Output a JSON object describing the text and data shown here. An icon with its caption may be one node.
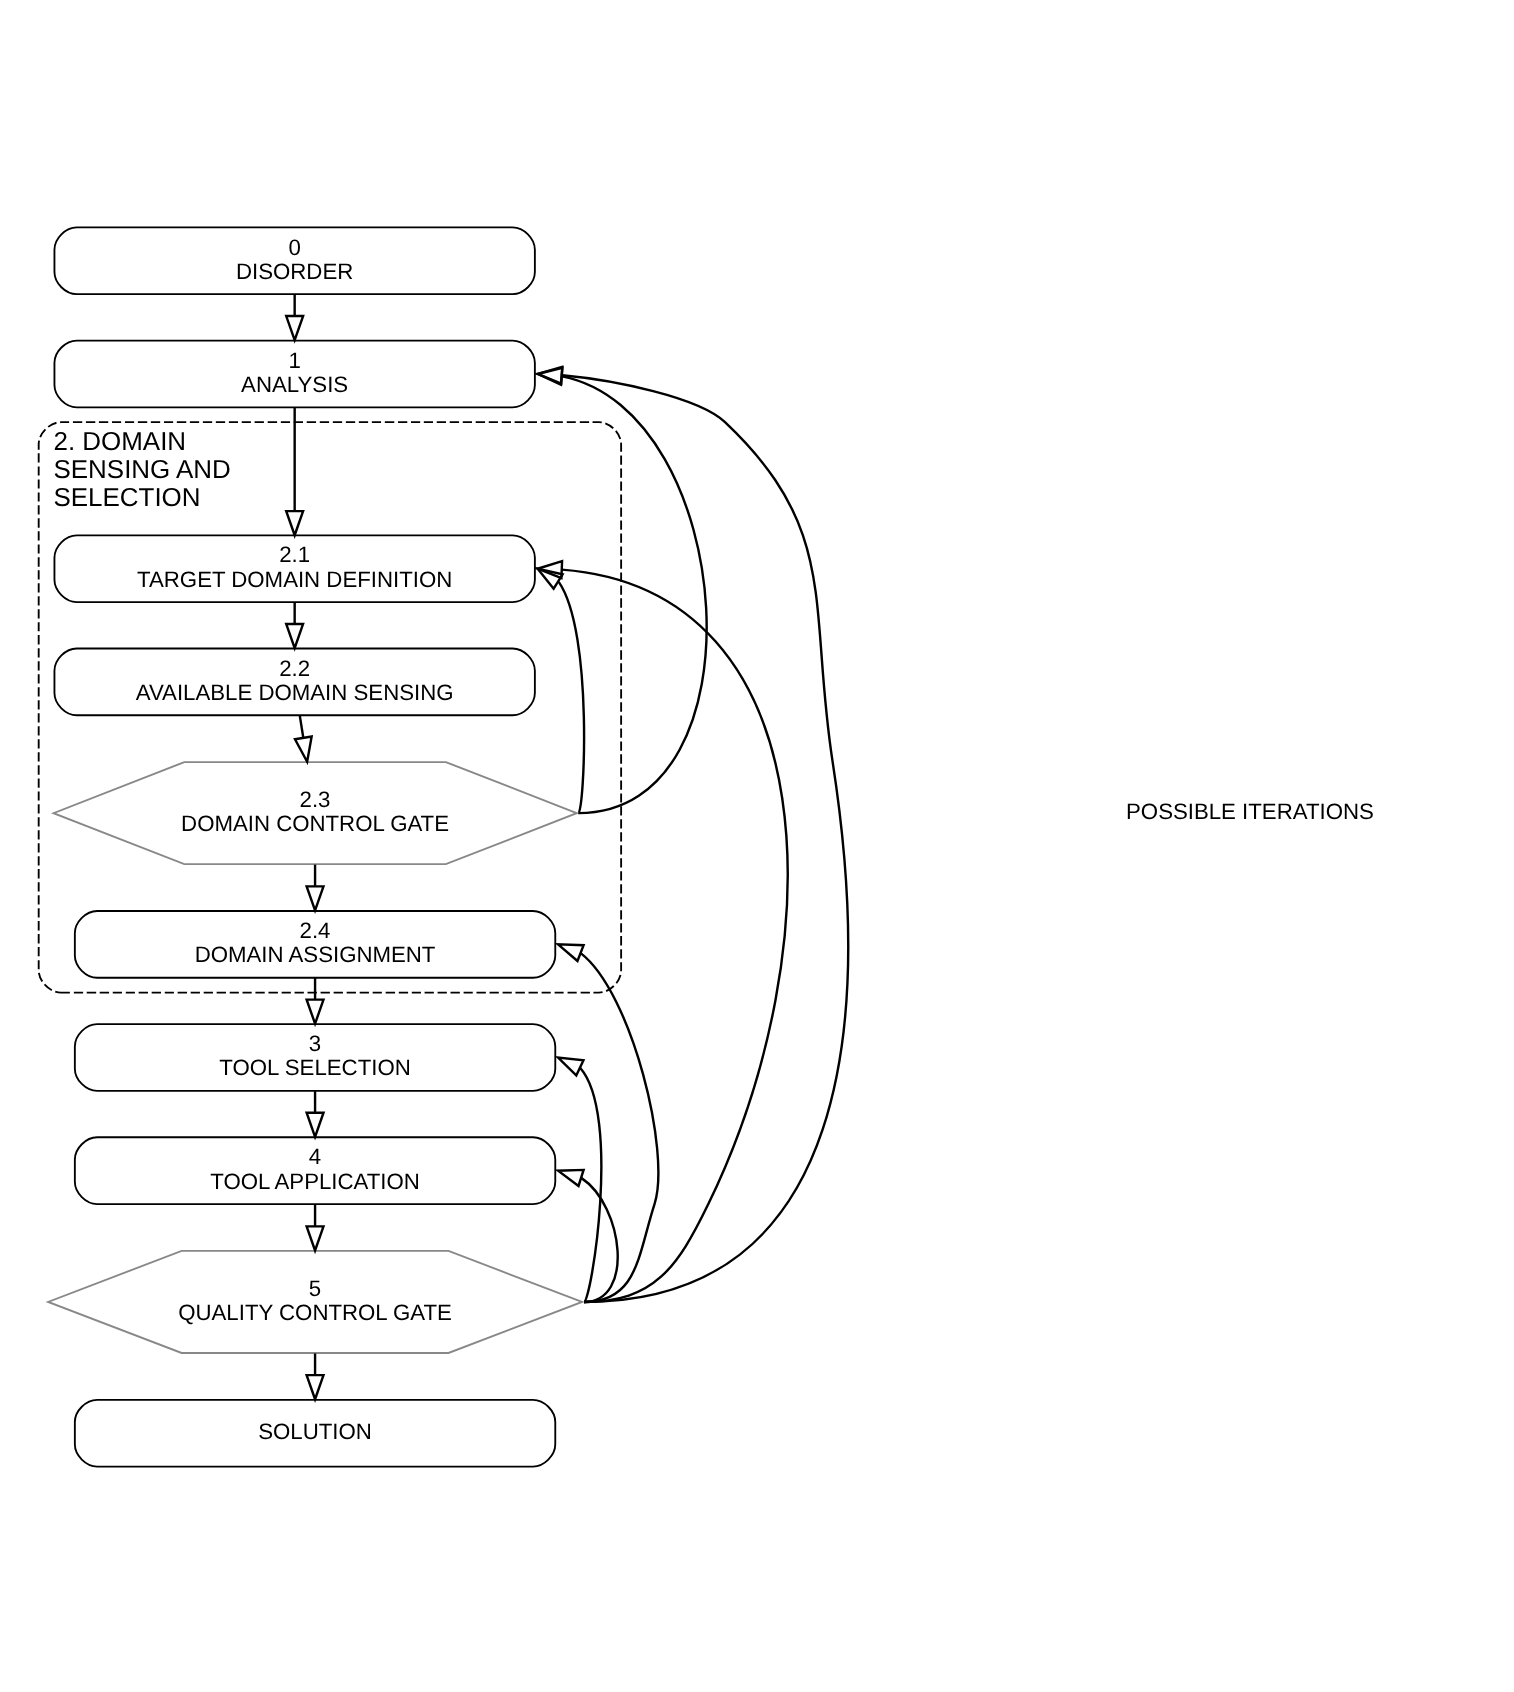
{
  "diagram": {
    "nodes": [
      {
        "text": [
          "0",
          "DISORDER"
        ]
      },
      {
        "text": [
          "1",
          "ANALYSIS"
        ]
      },
      {
        "text": [
          "2. DOMAIN SENSING AND SELECTION"
        ]
      },
      {
        "text": [
          "2.1",
          "TARGET DOMAIN DEFINITION"
        ],
        "in": 2
      },
      {
        "text": [
          "2.2",
          "AVAILABLE DOMAIN SENSING"
        ],
        "in": 2
      },
      {
        "text": [
          "2.3",
          "DOMAIN CONTROL GATE"
        ],
        "in": 2
      },
      {
        "text": [
          "2.4",
          "DOMAIN ASSIGNMENT"
        ],
        "in": 2
      },
      {
        "text": [
          "3",
          "TOOL SELECTION"
        ]
      },
      {
        "text": [
          "4",
          "TOOL APPLICATION"
        ]
      },
      {
        "text": [
          "5",
          "QUALITY CONTROL GATE"
        ]
      },
      {
        "text": [
          "SOLUTION"
        ]
      }
    ],
    "edges": [
      {
        "from": 0,
        "to": 1,
        "arrow": "to"
      },
      {
        "from": 1,
        "to": 3,
        "arrow": "to"
      },
      {
        "from": 3,
        "to": 4,
        "arrow": "to"
      },
      {
        "from": 4,
        "to": 5,
        "arrow": "to"
      },
      {
        "from": 5,
        "to": 6,
        "arrow": "to"
      },
      {
        "from": 6,
        "to": 7,
        "arrow": "to"
      },
      {
        "from": 7,
        "to": 8,
        "arrow": "to"
      },
      {
        "from": 8,
        "to": 9,
        "arrow": "to"
      },
      {
        "from": 9,
        "to": 10,
        "arrow": "to"
      },
      {
        "from": 5,
        "to": 3,
        "arrow": "to"
      },
      {
        "from": 5,
        "to": 1,
        "arrow": "to"
      },
      {
        "from": 9,
        "to": 8,
        "arrow": "to"
      },
      {
        "from": 9,
        "to": 7,
        "arrow": "to"
      },
      {
        "from": 9,
        "to": 6,
        "arrow": "to"
      },
      {
        "from": 9,
        "to": 3,
        "arrow": "to"
      },
      {
        "from": 9,
        "to": 1,
        "arrow": "to"
      }
    ],
    "labels": [
      "POSSIBLE ITERATIONS"
    ]
  }
}
